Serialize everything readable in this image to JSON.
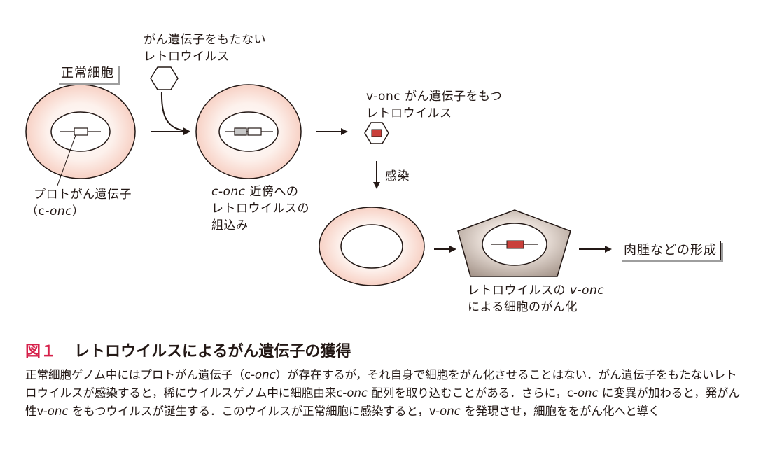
{
  "labels": {
    "normal_cell": "正常細胞",
    "retro_no_onc_l1": "がん遺伝子をもたない",
    "retro_no_onc_l2": "レトロウイルス",
    "vonc_virus_l1_italic": "v-onc",
    "vonc_virus_l1_rest": " がん遺伝子をもつ",
    "vonc_virus_l2": "レトロウイルス",
    "proto_onc_l1": "プロトがん遺伝子",
    "proto_onc_l2_open": "（c-",
    "proto_onc_l2_italic": "onc",
    "proto_onc_l2_close": "）",
    "integration_l1_italic": "c-onc",
    "integration_l1_rest": " 近傍への",
    "integration_l2": "レトロウイルスの",
    "integration_l3": "組込み",
    "infection": "感染",
    "transform_l1_rest": "レトロウイルスの ",
    "transform_l1_italic": "v-onc",
    "transform_l2": "による細胞のがん化",
    "tumor": "肉腫などの形成"
  },
  "caption": {
    "figure_number": "図１",
    "title": "レトロウイルスによるがん遺伝子の獲得",
    "body_1": "正常細胞ゲノム中にはプロトがん遺伝子（c-",
    "body_2": "onc",
    "body_3": "）が存在するが，それ自身で細胞をがん化させることはない．がん遺伝子をもたないレトロウイルスが感染すると，稀にウイルスゲノム中に細胞由来c-",
    "body_4": "onc",
    "body_5": " 配列を取り込むことがある．さらに，c-",
    "body_6": "onc",
    "body_7": " に変異が加わると，発がん性v-",
    "body_8": "onc",
    "body_9": " をもつウイルスが誕生する．このウイルスが正常細胞に感染すると，v-",
    "body_10": "onc",
    "body_11": " を発現させ，細胞ををがん化へと導く"
  },
  "colors": {
    "cell_fill": "#fbe3da",
    "gene_red": "#c9403b",
    "gene_gray": "#c8c8c8",
    "pentagon_fill": "#a6968b",
    "accent_red": "#d6204a"
  }
}
